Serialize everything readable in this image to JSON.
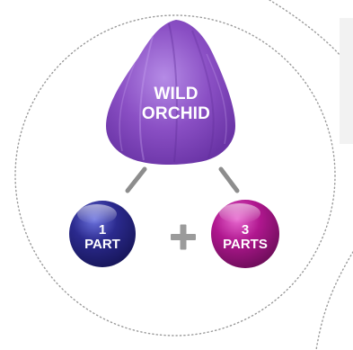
{
  "swatch": {
    "line1": "WILD",
    "line2": "ORCHID",
    "color": "#8a4fc4"
  },
  "left_ball": {
    "number": "1",
    "word": "PART",
    "color": "#2b2a8e"
  },
  "right_ball": {
    "number": "3",
    "word": "PARTS",
    "color": "#b0178f"
  },
  "operator": "+",
  "connector_color": "#8d8d8d"
}
